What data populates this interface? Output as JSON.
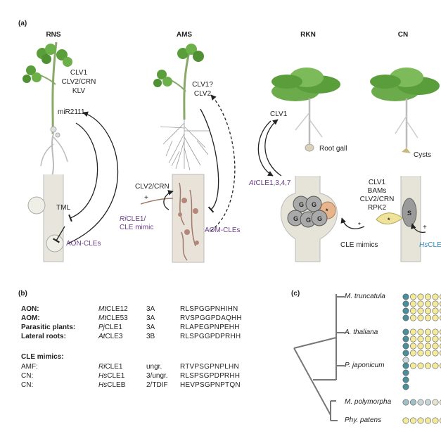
{
  "panels": {
    "a": "(a)",
    "b": "(b)",
    "c": "(c)"
  },
  "columns": {
    "rns": "RNS",
    "ams": "AMS",
    "rkn": "RKN",
    "cn": "CN"
  },
  "rns": {
    "clv1": "CLV1",
    "clv2": "CLV2/CRN",
    "klv": "KLV",
    "mir": "miR2111",
    "tml": "TML",
    "aon": "AON-CLEs"
  },
  "ams": {
    "clv1": "CLV1?",
    "clv2": "CLV2",
    "clv2crn": "CLV2/CRN",
    "ri": "Ri",
    "ricle": "CLE1/",
    "mimic": "CLE mimic",
    "aom": "AOM-CLEs",
    "plus": "+"
  },
  "rkn": {
    "clv1": "CLV1",
    "gall": "Root gall",
    "at": "At",
    "atcle": "CLE1,3,4,7",
    "g": "G",
    "star": "*"
  },
  "cn": {
    "cysts": "Cysts",
    "clv1": "CLV1",
    "bams": "BAMs",
    "clv2": "CLV2/CRN",
    "rpk2": "RPK2",
    "mimics": "CLE mimics",
    "s": "S",
    "hs": "Hs",
    "hscle": "CLE",
    "plus": "+"
  },
  "table": {
    "rows": [
      {
        "label": "AON:",
        "sp": "Mt",
        "gene": "CLE12",
        "group": "3A",
        "seq": "RLSPGGPNHIHN"
      },
      {
        "label": "AOM:",
        "sp": "Mt",
        "gene": "CLE53",
        "group": "3A",
        "seq": "RVSPGGPDAQHH"
      },
      {
        "label": "Parasitic plants:",
        "sp": "Pj",
        "gene": "CLE1",
        "group": "3A",
        "seq": "RLAPEGPNPEHH"
      },
      {
        "label": "Lateral roots:",
        "sp": "At",
        "gene": "CLE3",
        "group": "3B",
        "seq": "RLSPGGPDPRHH"
      }
    ],
    "mimic_title": "CLE mimics:",
    "mimics": [
      {
        "label": "AMF:",
        "sp": "Ri",
        "gene": "CLE1",
        "group": "ungr.",
        "seq": "RTVPSGPNPLHN"
      },
      {
        "label": "CN:",
        "sp": "Hs",
        "gene": "CLE1",
        "group": "3/ungr.",
        "seq": "RLSPSGPDPRHH"
      },
      {
        "label": "CN:",
        "sp": "Hs",
        "gene": "CLEB",
        "group": "2/TDIF",
        "seq": "HEVPSGPNPTQN"
      }
    ]
  },
  "tree": {
    "species": [
      "M. truncatula",
      "A. thaliana",
      "P. japonicum",
      "M. polymorpha",
      "Phy. patens"
    ],
    "colors": {
      "teal": "#4a8f9a",
      "yellow": "#f3ea9c"
    }
  }
}
